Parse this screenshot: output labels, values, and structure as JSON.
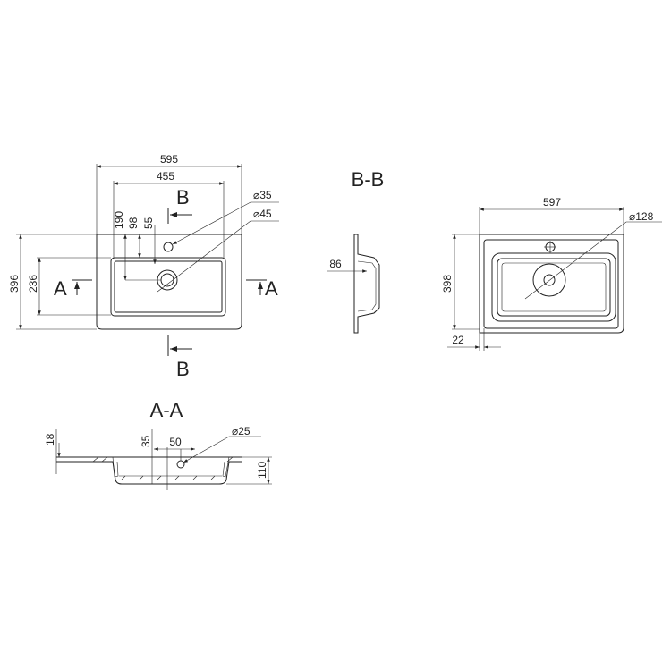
{
  "top_view": {
    "width_overall": "595",
    "width_basin": "455",
    "tap_hole_dia": "⌀35",
    "drain_dia": "⌀45",
    "dim_190": "190",
    "dim_98": "98",
    "dim_55": "55",
    "depth_overall": "396",
    "depth_basin": "236",
    "section_a_left": "A",
    "section_a_right": "A",
    "section_b_top": "B",
    "section_b_bottom": "B"
  },
  "section_bb": {
    "title": "B-B",
    "dim_86": "86"
  },
  "underside_view": {
    "width": "597",
    "depth": "398",
    "bowl_dia": "⌀128",
    "offset": "22"
  },
  "section_aa": {
    "title": "A-A",
    "dim_18": "18",
    "dim_35": "35",
    "dim_50": "50",
    "overflow_dia": "⌀25",
    "dim_110": "110"
  }
}
